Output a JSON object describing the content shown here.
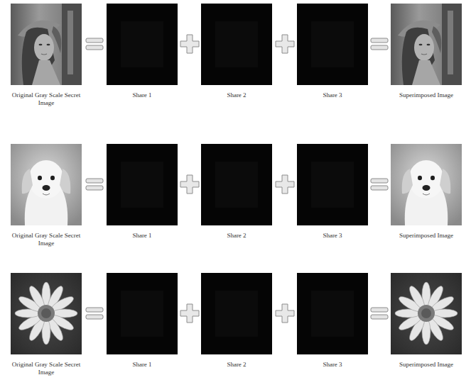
{
  "diagram": {
    "nodes": [
      {
        "text": [
          "Original Gray Scale Secret Image"
        ]
      },
      {
        "text": [
          "Share 1"
        ]
      },
      {
        "text": [
          "Share 2"
        ]
      },
      {
        "text": [
          "Share 3"
        ]
      },
      {
        "text": [
          "Superimposed Image"
        ]
      },
      {
        "text": [
          "Original Gray Scale Secret Image"
        ]
      },
      {
        "text": [
          "Share 1"
        ]
      },
      {
        "text": [
          "Share 2"
        ]
      },
      {
        "text": [
          "Share 3"
        ]
      },
      {
        "text": [
          "Superimposed Image"
        ]
      },
      {
        "text": [
          "Original Gray Scale Secret Image"
        ]
      },
      {
        "text": [
          "Share 1"
        ]
      },
      {
        "text": [
          "Share 2"
        ]
      },
      {
        "text": [
          "Share 3"
        ]
      },
      {
        "text": [
          "Superimposed Image"
        ]
      }
    ]
  }
}
